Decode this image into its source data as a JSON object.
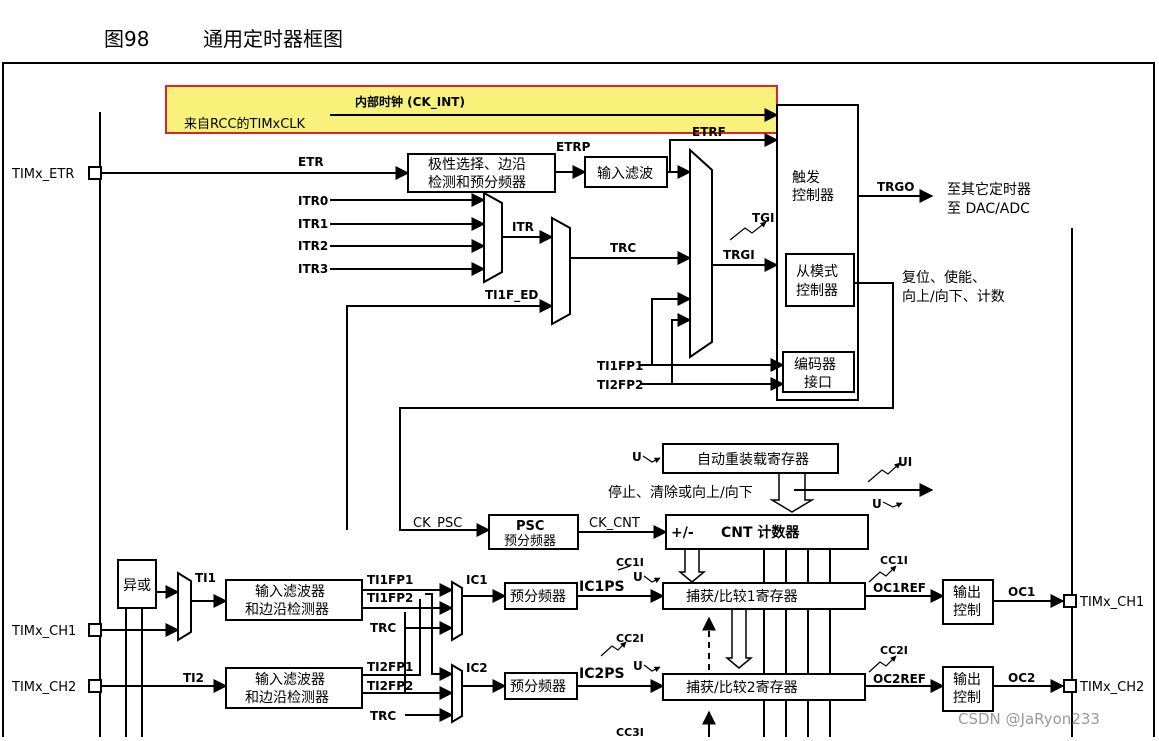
{
  "figure": {
    "number": "图98",
    "title": "通用定时器框图"
  },
  "watermark": "CSDN @JaRyon233",
  "colors": {
    "highlight_fill": "#f8f27a",
    "highlight_border": "#d6262b"
  },
  "highlight": {
    "top_text": "内部时钟 (CK_INT)",
    "bottom_text": "来自RCC的TIMxCLK"
  },
  "pins": {
    "etr": "TIMx_ETR",
    "ch1_in": "TIMx_CH1",
    "ch2_in": "TIMx_CH2",
    "ch1_out": "TIMx_CH1",
    "ch2_out": "TIMx_CH2"
  },
  "signals": {
    "etr": "ETR",
    "etrp": "ETRP",
    "etrf": "ETRF",
    "itr0": "ITR0",
    "itr1": "ITR1",
    "itr2": "ITR2",
    "itr3": "ITR3",
    "itr": "ITR",
    "trc": "TRC",
    "ti1f_ed": "TI1F_ED",
    "tgi": "TGI",
    "trgi": "TRGI",
    "ti1fp1": "TI1FP1",
    "ti2fp2": "TI2FP2",
    "trgo": "TRGO",
    "ck_psc": "CK_PSC",
    "ck_cnt": "CK_CNT",
    "u": "U",
    "ui": "UI",
    "ti1": "TI1",
    "ti2": "TI2",
    "ic1": "IC1",
    "ic2": "IC2",
    "ic1ps": "IC1PS",
    "ic2ps": "IC2PS",
    "cc1i": "CC1I",
    "cc2i": "CC2I",
    "cc3i": "CC3I",
    "oc1ref": "OC1REF",
    "oc2ref": "OC2REF",
    "oc1": "OC1",
    "oc2": "OC2",
    "ch1_ti1fp1": "TI1FP1",
    "ch1_ti1fp2": "TI1FP2",
    "ch1_trc": "TRC",
    "ch2_ti2fp1": "TI2FP1",
    "ch2_ti2fp2": "TI2FP2",
    "ch2_trc": "TRC",
    "plus_minus": "+/-"
  },
  "blocks": {
    "polarity_l1": "极性选择、边沿",
    "polarity_l2": "检测和预分频器",
    "input_filter": "输入滤波",
    "trigger_l1": "触发",
    "trigger_l2": "控制器",
    "slave_l1": "从模式",
    "slave_l2": "控制器",
    "encoder_l1": "编码器",
    "encoder_l2": "接口",
    "auto_reload": "自动重装载寄存器",
    "psc_l1": "PSC",
    "psc_l2": "预分频器",
    "cnt": "CNT 计数器",
    "xor": "异或",
    "filter1_l1": "输入滤波器",
    "filter1_l2": "和边沿检测器",
    "filter2_l1": "输入滤波器",
    "filter2_l2": "和边沿检测器",
    "prescaler1": "预分频器",
    "prescaler2": "预分频器",
    "capture1": "捕获/比较1寄存器",
    "capture2": "捕获/比较2寄存器",
    "output1_l1": "输出",
    "output1_l2": "控制",
    "output2_l1": "输出",
    "output2_l2": "控制"
  },
  "annotations": {
    "trgo_target_l1": "至其它定时器",
    "trgo_target_l2": "至 DAC/ADC",
    "slave_out_l1": "复位、使能、",
    "slave_out_l2": "向上/向下、计数",
    "stop_clear": "停止、清除或向上/向下"
  }
}
